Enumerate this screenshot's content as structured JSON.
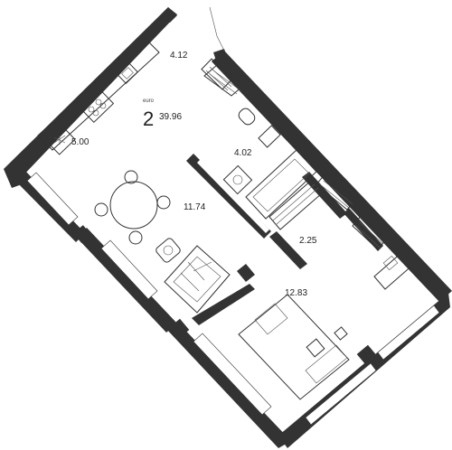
{
  "apartment": {
    "type_label": "euro",
    "rooms": "2",
    "total_area": "39.96"
  },
  "rooms": {
    "balcony": "4.12",
    "kitchen": "5.00",
    "living": "11.74",
    "bathroom": "4.02",
    "hall": "2.25",
    "bedroom": "12.83"
  },
  "colors": {
    "wall": "#333333",
    "line": "#555555",
    "background": "#ffffff"
  },
  "icons": [
    "stove-icon",
    "sink-icon",
    "fridge-icon",
    "dining-table-icon",
    "armchair-icon",
    "bathtub-icon",
    "toilet-icon",
    "washing-machine-icon",
    "bed-icon",
    "desk-icon",
    "wardrobe-icon"
  ]
}
